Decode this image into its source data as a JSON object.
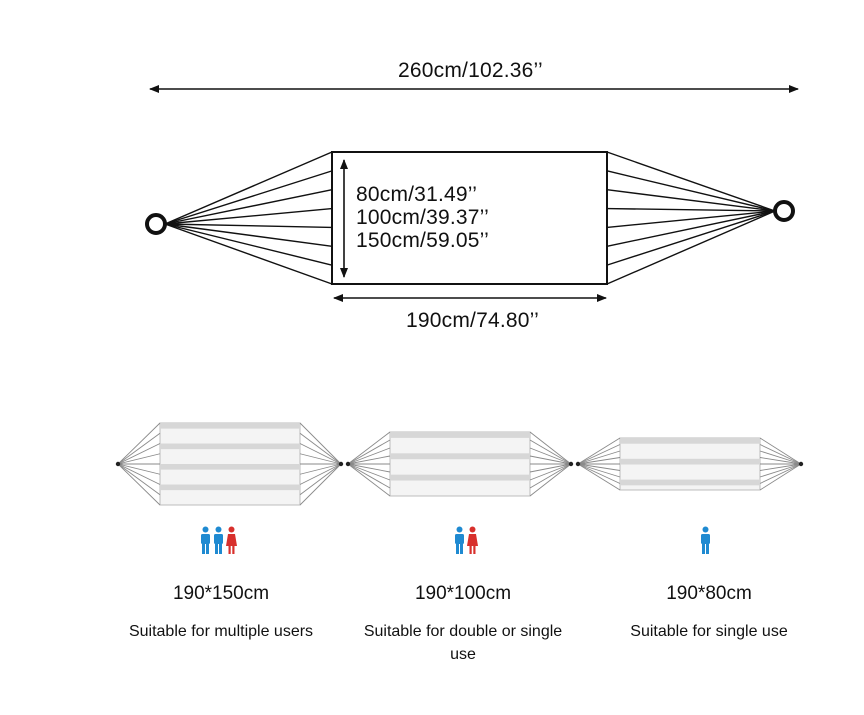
{
  "dimensions": {
    "total_length": "260cm/102.36’’",
    "widths": [
      "80cm/31.49’’",
      "100cm/39.37’’",
      "150cm/59.05’’"
    ],
    "bed_length": "190cm/74.80’’"
  },
  "variants": [
    {
      "size": "190*150cm",
      "use": "Suitable for multiple users",
      "people": [
        "male",
        "male",
        "female"
      ]
    },
    {
      "size": "190*100cm",
      "use": "Suitable for double or single use",
      "people": [
        "male",
        "female"
      ]
    },
    {
      "size": "190*80cm",
      "use": "Suitable for single use",
      "people": [
        "male"
      ]
    }
  ],
  "colors": {
    "male": "#1f8ad1",
    "female": "#d8302c",
    "line": "#111111",
    "stripe": "#d8d8d8"
  }
}
